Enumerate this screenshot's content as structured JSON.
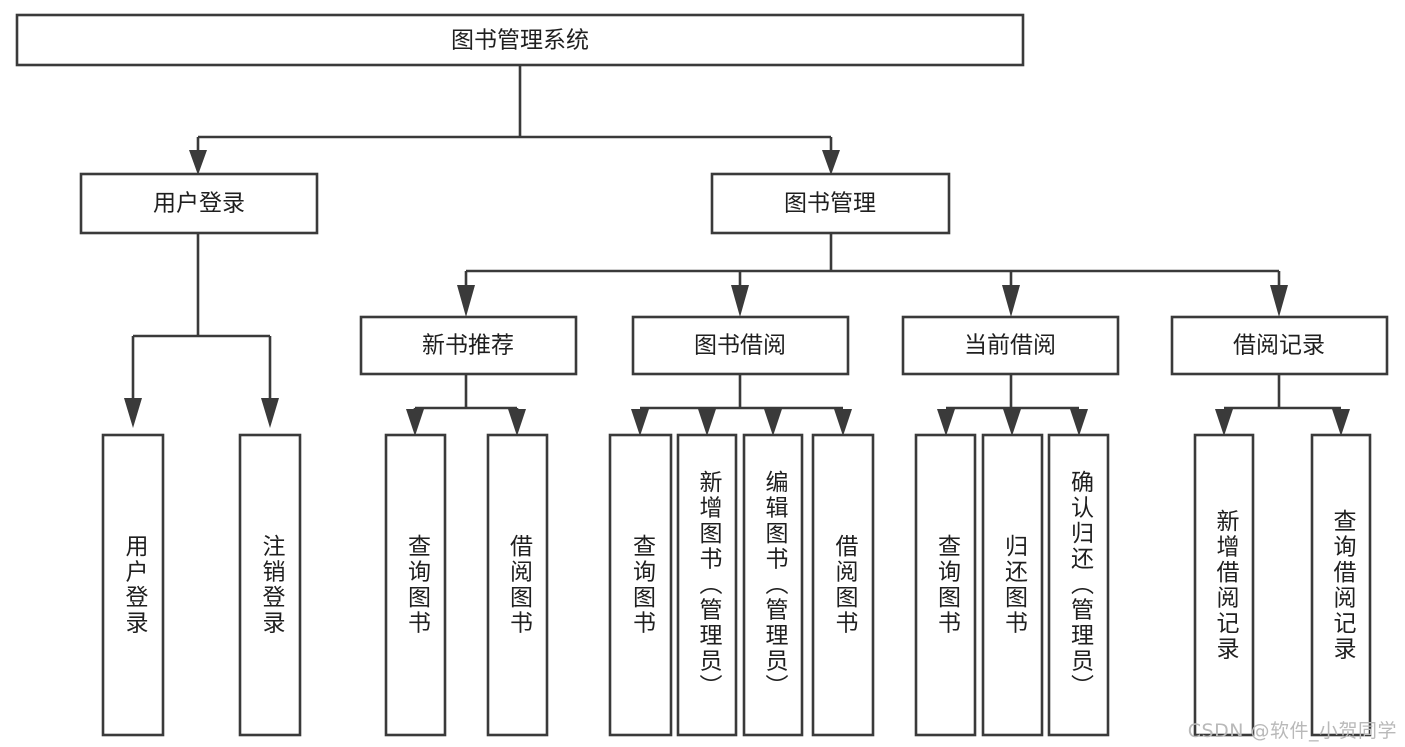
{
  "diagram": {
    "title": "图书管理系统",
    "type": "tree-hierarchy-chart",
    "watermark": "CSDN @软件_小贺同学",
    "colors": {
      "stroke": "#3a3a3a",
      "box_fill": "#ffffff",
      "text": "#1f1f1f",
      "background": "#ffffff",
      "watermark": "#b9b9b9"
    },
    "nodes": {
      "root": {
        "label": "图书管理系统",
        "orientation": "horizontal"
      },
      "level2": [
        {
          "id": "user-login",
          "label": "用户登录",
          "orientation": "horizontal"
        },
        {
          "id": "book-management",
          "label": "图书管理",
          "orientation": "horizontal"
        }
      ],
      "level3": [
        {
          "id": "new-book-recommend",
          "label": "新书推荐",
          "orientation": "horizontal"
        },
        {
          "id": "book-borrow",
          "label": "图书借阅",
          "orientation": "horizontal"
        },
        {
          "id": "current-borrow",
          "label": "当前借阅",
          "orientation": "horizontal"
        },
        {
          "id": "borrow-record",
          "label": "借阅记录",
          "orientation": "horizontal"
        }
      ],
      "leaves": [
        {
          "id": "leaf-user-login",
          "label": "用户登录",
          "orientation": "vertical",
          "parent": "user-login"
        },
        {
          "id": "leaf-logout-login",
          "label": "注销登录",
          "orientation": "vertical",
          "parent": "user-login"
        },
        {
          "id": "leaf-query-book-1",
          "label": "查询图书",
          "orientation": "vertical",
          "parent": "new-book-recommend"
        },
        {
          "id": "leaf-borrow-book-1",
          "label": "借阅图书",
          "orientation": "vertical",
          "parent": "new-book-recommend"
        },
        {
          "id": "leaf-query-book-2",
          "label": "查询图书",
          "orientation": "vertical",
          "parent": "book-borrow"
        },
        {
          "id": "leaf-add-book",
          "label": "新增图书（管理员）",
          "orientation": "vertical",
          "parent": "book-borrow"
        },
        {
          "id": "leaf-edit-book",
          "label": "编辑图书（管理员）",
          "orientation": "vertical",
          "parent": "book-borrow"
        },
        {
          "id": "leaf-borrow-book-2",
          "label": "借阅图书",
          "orientation": "vertical",
          "parent": "book-borrow"
        },
        {
          "id": "leaf-query-book-3",
          "label": "查询图书",
          "orientation": "vertical",
          "parent": "current-borrow"
        },
        {
          "id": "leaf-return-book",
          "label": "归还图书",
          "orientation": "vertical",
          "parent": "current-borrow"
        },
        {
          "id": "leaf-confirm-return",
          "label": "确认归还（管理员）",
          "orientation": "vertical",
          "parent": "current-borrow"
        },
        {
          "id": "leaf-add-record",
          "label": "新增借阅记录",
          "orientation": "vertical",
          "parent": "borrow-record"
        },
        {
          "id": "leaf-query-record",
          "label": "查询借阅记录",
          "orientation": "vertical",
          "parent": "borrow-record"
        }
      ]
    }
  }
}
